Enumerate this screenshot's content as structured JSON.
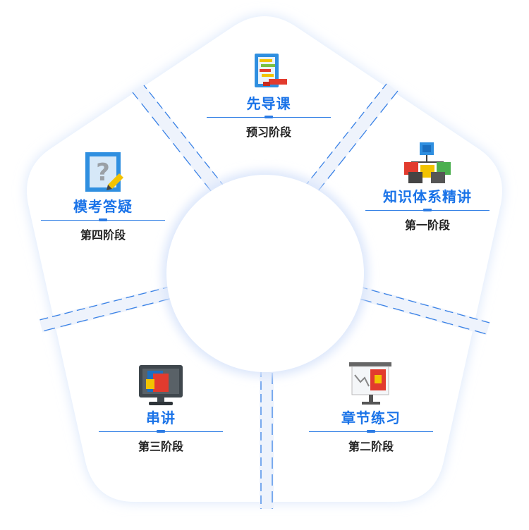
{
  "stages": [
    {
      "id": "intro",
      "title": "先导课",
      "stage": "预习阶段",
      "icon": "abacus-icon"
    },
    {
      "id": "knowledge",
      "title": "知识体系精讲",
      "stage": "第一阶段",
      "icon": "hierarchy-blocks-icon"
    },
    {
      "id": "practice",
      "title": "章节练习",
      "stage": "第二阶段",
      "icon": "presentation-board-icon"
    },
    {
      "id": "review",
      "title": "串讲",
      "stage": "第三阶段",
      "icon": "monitor-icon"
    },
    {
      "id": "mock",
      "title": "模考答疑",
      "stage": "第四阶段",
      "icon": "question-box-icon"
    }
  ],
  "colors": {
    "accent": "#1a73e8",
    "rule": "#2b7be4",
    "stage_text": "#222222",
    "panel": "#ffffff",
    "glow": "#dfe9fb",
    "separator": "#3a82e6"
  }
}
